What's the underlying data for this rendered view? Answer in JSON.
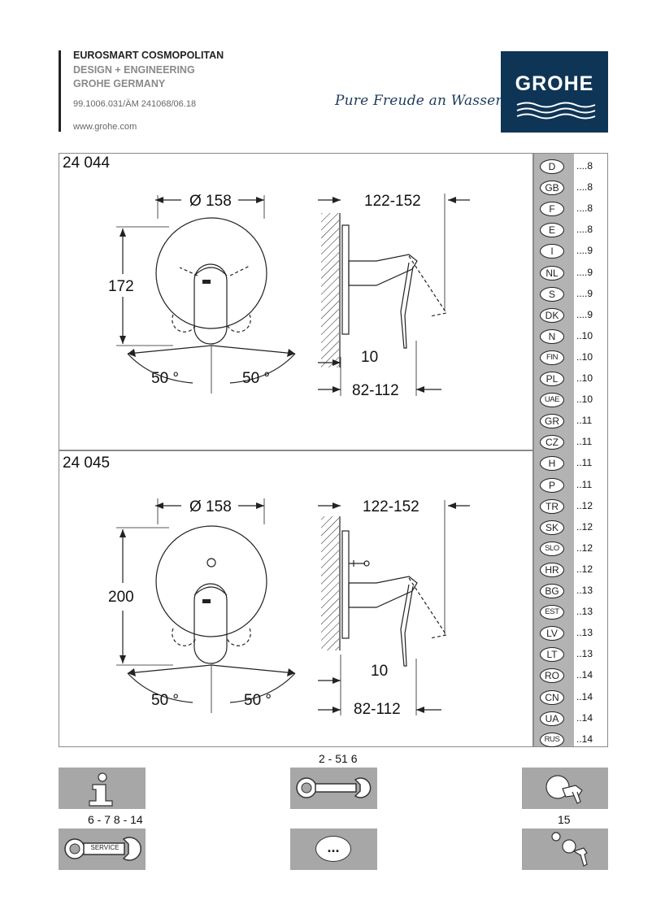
{
  "header": {
    "product": "EUROSMART COSMOPOLITAN",
    "design": "DESIGN + ENGINEERING",
    "company": "GROHE GERMANY",
    "doc_number": "99.1006.031/ÄM 241068/06.18",
    "website": "www.grohe.com",
    "slogan": "Pure Freude an Wasser",
    "logo": "GROHE",
    "brand_color": "#0f3556"
  },
  "models": [
    {
      "number": "24 044",
      "diameter": "Ø 158",
      "height": "172",
      "depth_range": "122-152",
      "offset": "10",
      "mount_range": "82-112",
      "angle_left": "50 °",
      "angle_right": "50 °"
    },
    {
      "number": "24 045",
      "diameter": "Ø 158",
      "height": "200",
      "depth_range": "122-152",
      "offset": "10",
      "mount_range": "82-112",
      "angle_left": "50 °",
      "angle_right": "50 °"
    }
  ],
  "languages": [
    {
      "code": "D",
      "page": "....8"
    },
    {
      "code": "GB",
      "page": "....8"
    },
    {
      "code": "F",
      "page": "....8"
    },
    {
      "code": "E",
      "page": "....8"
    },
    {
      "code": "I",
      "page": "....9"
    },
    {
      "code": "NL",
      "page": "....9"
    },
    {
      "code": "S",
      "page": "....9"
    },
    {
      "code": "DK",
      "page": "....9"
    },
    {
      "code": "N",
      "page": "..10"
    },
    {
      "code": "FIN",
      "page": "..10"
    },
    {
      "code": "PL",
      "page": "..10"
    },
    {
      "code": "UAE",
      "page": "..10"
    },
    {
      "code": "GR",
      "page": "..11"
    },
    {
      "code": "CZ",
      "page": "..11"
    },
    {
      "code": "H",
      "page": "..11"
    },
    {
      "code": "P",
      "page": "..11"
    },
    {
      "code": "TR",
      "page": "..12"
    },
    {
      "code": "SK",
      "page": "..12"
    },
    {
      "code": "SLO",
      "page": "..12"
    },
    {
      "code": "HR",
      "page": "..12"
    },
    {
      "code": "BG",
      "page": "..13"
    },
    {
      "code": "EST",
      "page": "..13"
    },
    {
      "code": "LV",
      "page": "..13"
    },
    {
      "code": "LT",
      "page": "..13"
    },
    {
      "code": "RO",
      "page": "..14"
    },
    {
      "code": "CN",
      "page": "..14"
    },
    {
      "code": "UA",
      "page": "..14"
    },
    {
      "code": "RUS",
      "page": "..14"
    }
  ],
  "footer": {
    "tools_ref": "2 - 51 6",
    "info_ref": "6 - 7 8 - 14",
    "spare_ref": "15",
    "service_label": "SERVICE",
    "more_label": "...",
    "icons": [
      "info-icon",
      "wrench-icon",
      "tap-icon",
      "service-wrench-icon",
      "more-icon",
      "spare-parts-icon"
    ]
  }
}
